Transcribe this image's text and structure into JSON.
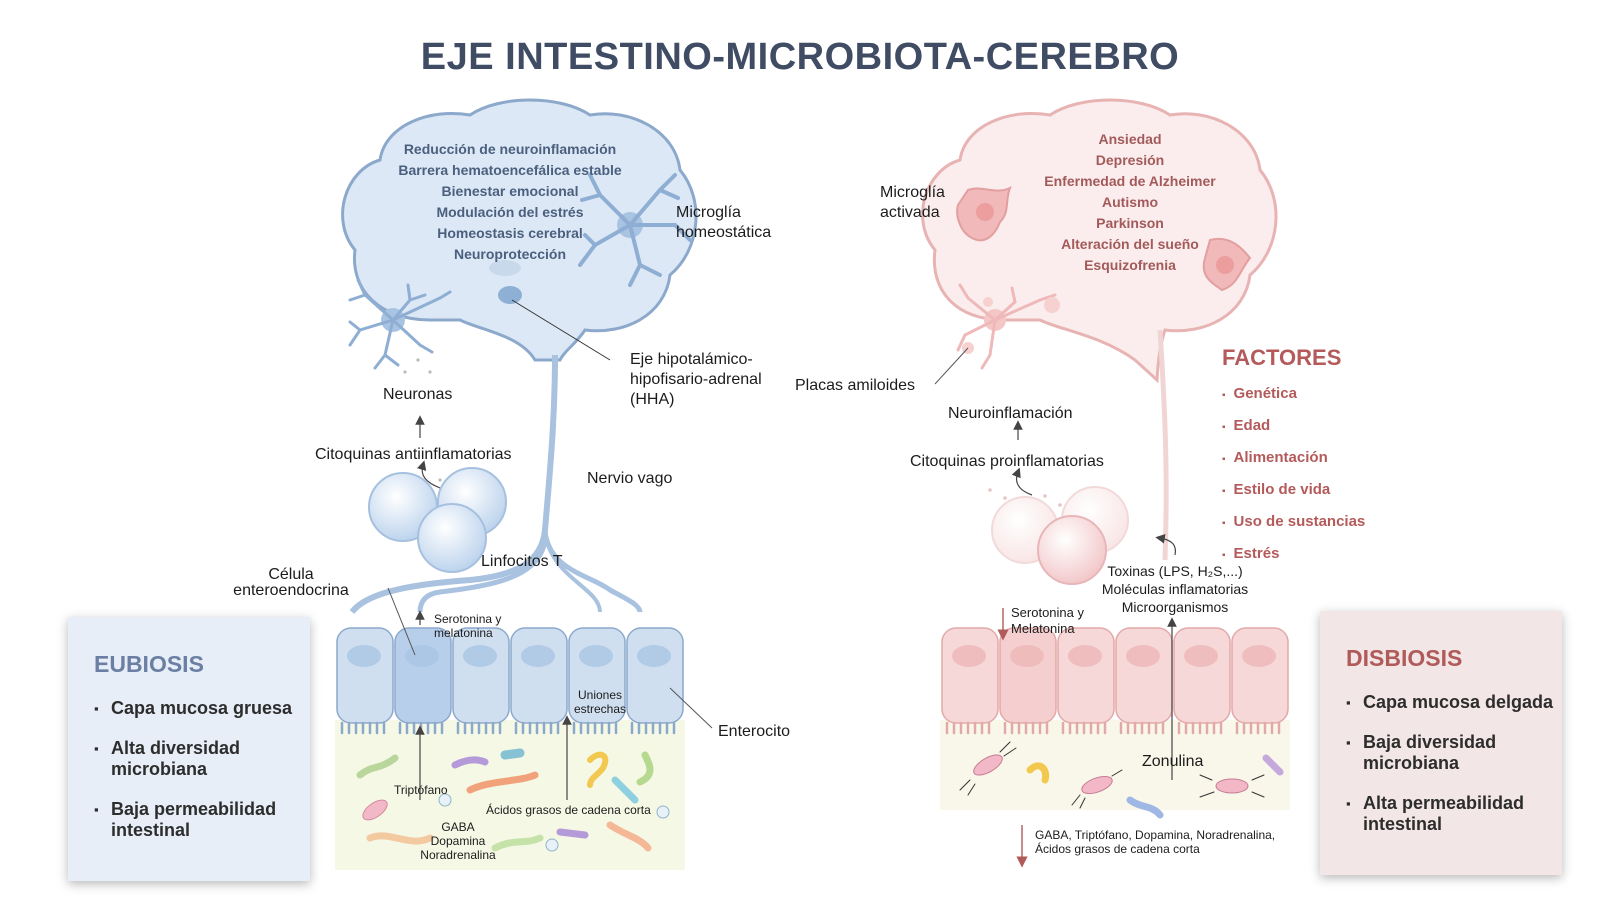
{
  "title": "EJE INTESTINO-MICROBIOTA-CEREBRO",
  "left_brain": {
    "effects": [
      "Reducción de neuroinflamación",
      "Barrera hematoencefálica estable",
      "Bienestar emocional",
      "Modulación del estrés",
      "Homeostasis cerebral",
      "Neuroprotección"
    ],
    "microglia": "Microglía homeostática",
    "hpa_axis": "Eje hipotalámico-hipofisario-adrenal (HHA)",
    "neurons": "Neuronas",
    "cytokines": "Citoquinas antiinflamatorias",
    "vagus": "Nervio vago",
    "t_cells": "Linfocitos T",
    "enteroendocrine": "Célula enteroendocrina",
    "serotonin": "Serotonina y melatonina",
    "tight_junctions": "Uniones estrechas",
    "enterocyte": "Enterocito",
    "tryptophan": "Triptófano",
    "scfa": "Ácidos grasos de cadena corta",
    "gaba": "GABA Dopamina Noradrenalina"
  },
  "right_brain": {
    "disorders": [
      "Ansiedad",
      "Depresión",
      "Enfermedad de Alzheimer",
      "Autismo",
      "Parkinson",
      "Alteración del sueño",
      "Esquizofrenia"
    ],
    "microglia": "Microglía activada",
    "amyloid": "Placas amiloides",
    "neuroinflammation": "Neuroinflamación",
    "cytokines": "Citoquinas proinflamatorias",
    "toxins": "Toxinas (LPS, H₂S,...) Moléculas inflamatorias Microorganismos",
    "serotonin": "Serotonina y Melatonina",
    "zonulin": "Zonulina",
    "metabolites": "GABA, Triptófano, Dopamina, Noradrenalina, Ácidos grasos de cadena corta"
  },
  "factors": {
    "title": "FACTORES",
    "items": [
      "Genética",
      "Edad",
      "Alimentación",
      "Estilo de vida",
      "Uso de sustancias",
      "Estrés"
    ]
  },
  "eubiosis": {
    "title": "EUBIOSIS",
    "items": [
      "Capa mucosa gruesa",
      "Alta diversidad microbiana",
      "Baja permeabilidad intestinal"
    ]
  },
  "disbiosis": {
    "title": "DISBIOSIS",
    "items": [
      "Capa mucosa delgada",
      "Baja diversidad microbiana",
      "Alta permeabilidad intestinal"
    ]
  },
  "colors": {
    "title": "#3f4c64",
    "eubiosis_bg": "#e8eef7",
    "eubiosis_title": "#6a7fa3",
    "disbiosis_bg": "#f2e6e6",
    "disbiosis_title": "#b05a5a",
    "blue_tissue": "#cfdff0",
    "pink_tissue": "#f6d8d8"
  }
}
